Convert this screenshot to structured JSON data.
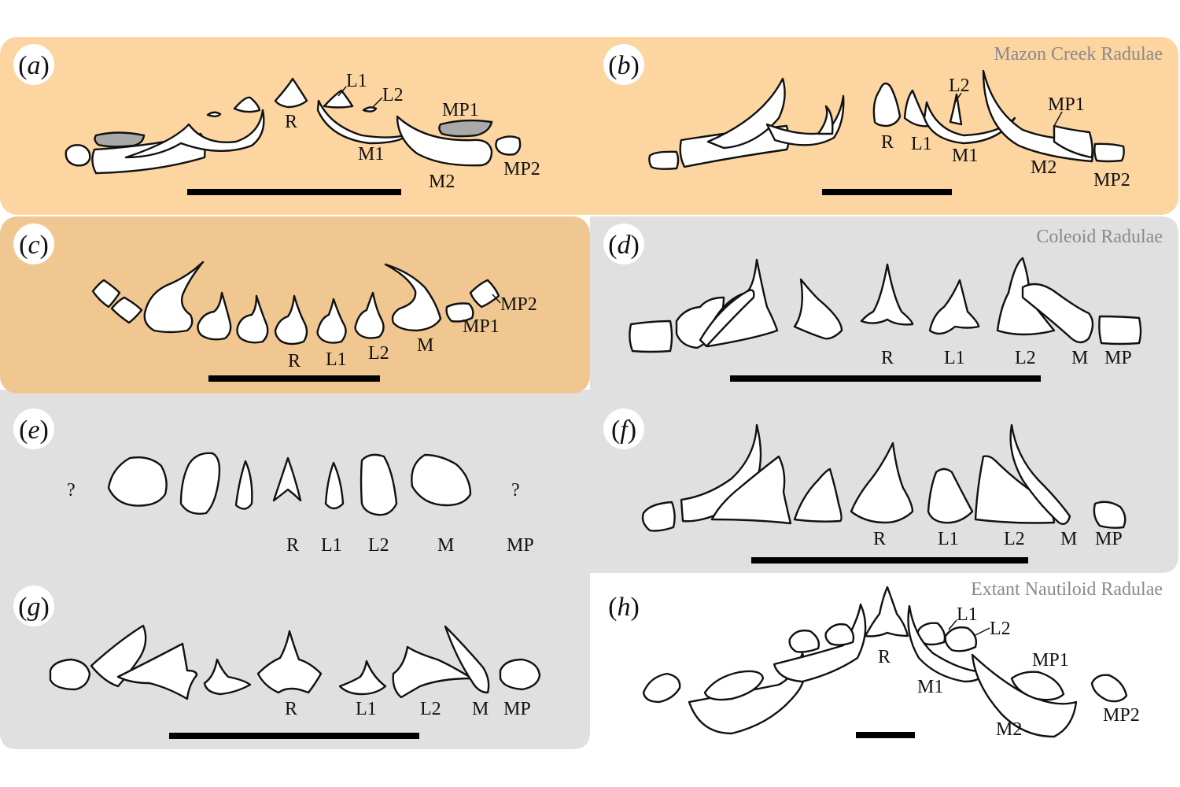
{
  "colors": {
    "mazon_bg": "#fcd5a0",
    "mazon_c_bg": "#f0c790",
    "coleoid_bg": "#e0e0e0",
    "scale_bar": "#000000",
    "heading_text": "#8a8a8a"
  },
  "headings": {
    "mazon": "Mazon Creek Radulae",
    "coleoid": "Coleoid Radulae",
    "nautiloid": "Extant Nautiloid Radulae"
  },
  "panels": {
    "a": {
      "label_open": "(",
      "letter": "a",
      "label_close": ")",
      "teeth": {
        "R": "R",
        "L1": "L1",
        "L2": "L2",
        "M1": "M1",
        "MP1": "MP1",
        "M2": "M2",
        "MP2": "MP2"
      }
    },
    "b": {
      "label_open": "(",
      "letter": "b",
      "label_close": ")",
      "teeth": {
        "R": "R",
        "L1": "L1",
        "L2": "L2",
        "M1": "M1",
        "MP1": "MP1",
        "M2": "M2",
        "MP2": "MP2"
      }
    },
    "c": {
      "label_open": "(",
      "letter": "c",
      "label_close": ")",
      "teeth": {
        "R": "R",
        "L1": "L1",
        "L2": "L2",
        "M": "M",
        "MP1": "MP1",
        "MP2": "MP2"
      }
    },
    "d": {
      "label_open": "(",
      "letter": "d",
      "label_close": ")",
      "teeth": {
        "R": "R",
        "L1": "L1",
        "L2": "L2",
        "M": "M",
        "MP": "MP"
      }
    },
    "e": {
      "label_open": "(",
      "letter": "e",
      "label_close": ")",
      "teeth": {
        "R": "R",
        "L1": "L1",
        "L2": "L2",
        "M": "M",
        "MP": "MP",
        "unknown_left": "?",
        "unknown_right": "?"
      }
    },
    "f": {
      "label_open": "(",
      "letter": "f",
      "label_close": ")",
      "teeth": {
        "R": "R",
        "L1": "L1",
        "L2": "L2",
        "M": "M",
        "MP": "MP"
      }
    },
    "g": {
      "label_open": "(",
      "letter": "g",
      "label_close": ")",
      "teeth": {
        "R": "R",
        "L1": "L1",
        "L2": "L2",
        "M": "M",
        "MP": "MP"
      }
    },
    "h": {
      "label_open": "(",
      "letter": "h",
      "label_close": ")",
      "teeth": {
        "R": "R",
        "L1": "L1",
        "L2": "L2",
        "M1": "M1",
        "MP1": "MP1",
        "M2": "M2",
        "MP2": "MP2"
      }
    }
  }
}
